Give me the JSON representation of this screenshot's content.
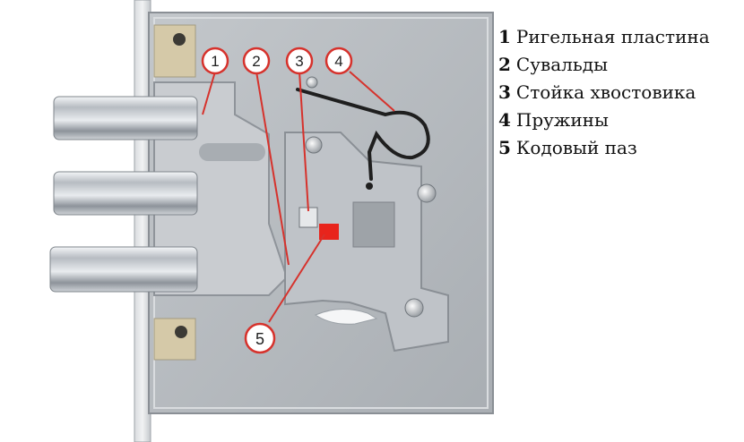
{
  "legend": [
    {
      "number": "1",
      "label": "Ригельная пластина"
    },
    {
      "number": "2",
      "label": "Сувальды"
    },
    {
      "number": "3",
      "label": "Стойка хвостовика"
    },
    {
      "number": "4",
      "label": "Пружины"
    },
    {
      "number": "5",
      "label": "Кодовый паз"
    }
  ],
  "callouts": [
    "1",
    "2",
    "3",
    "4",
    "5"
  ],
  "colors": {
    "callout": "#d6322c",
    "code_slot": "#e8241c",
    "steel": "#b9bdc2",
    "plate": "#c9ccd0"
  }
}
